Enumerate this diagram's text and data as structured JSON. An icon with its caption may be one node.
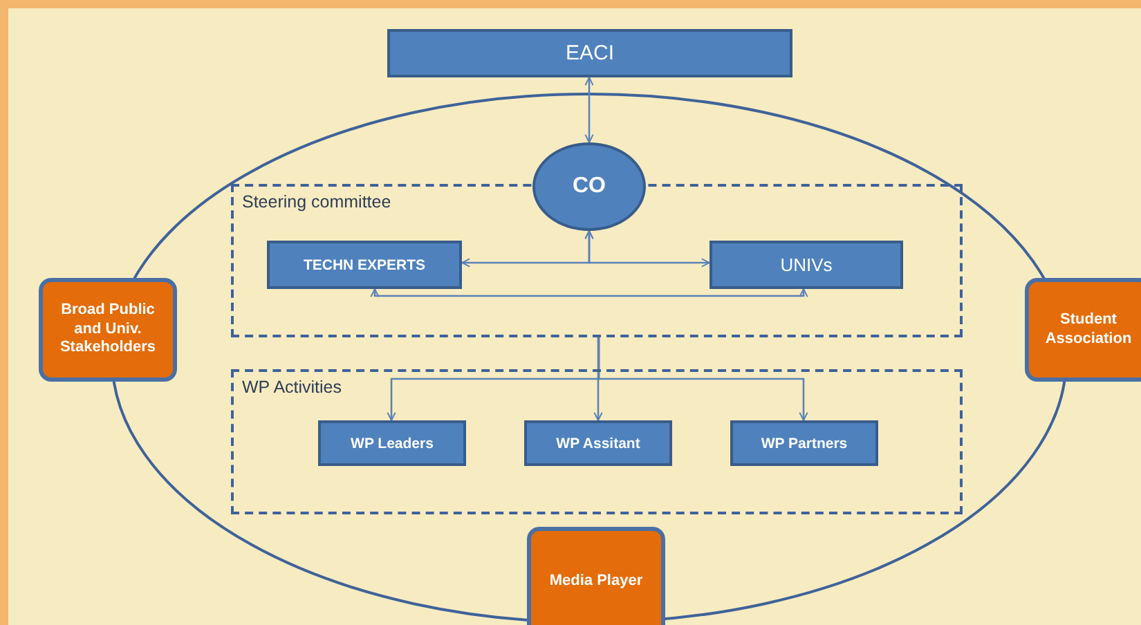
{
  "diagram": {
    "nodes": [
      {
        "text": [
          "EACI"
        ]
      },
      {
        "text": [
          "CO"
        ]
      },
      {
        "text": [
          "Steering committee"
        ]
      },
      {
        "text": [
          "TECHN EXPERTS"
        ],
        "in": 2
      },
      {
        "text": [
          "UNIVs"
        ],
        "in": 2
      },
      {
        "text": [
          "WP Activities"
        ]
      },
      {
        "text": [
          "WP Leaders"
        ],
        "in": 5
      },
      {
        "text": [
          "WP Assitant"
        ],
        "in": 5
      },
      {
        "text": [
          "WP Partners"
        ],
        "in": 5
      },
      {
        "text": [
          "Broad Public and Univ. Stakeholders"
        ]
      },
      {
        "text": [
          "Student Association"
        ]
      },
      {
        "text": [
          "Media Player"
        ]
      }
    ],
    "edges": [
      {
        "from": 0,
        "to": 1,
        "arrow": "both"
      },
      {
        "from": 1,
        "to": 3,
        "arrow": "both"
      },
      {
        "from": 1,
        "to": 4,
        "arrow": "both"
      },
      {
        "from": 3,
        "to": 4,
        "arrow": "both"
      },
      {
        "from": 2,
        "to": 6,
        "arrow": "to"
      },
      {
        "from": 2,
        "to": 7,
        "arrow": "to"
      },
      {
        "from": 2,
        "to": 8,
        "arrow": "to"
      }
    ]
  }
}
